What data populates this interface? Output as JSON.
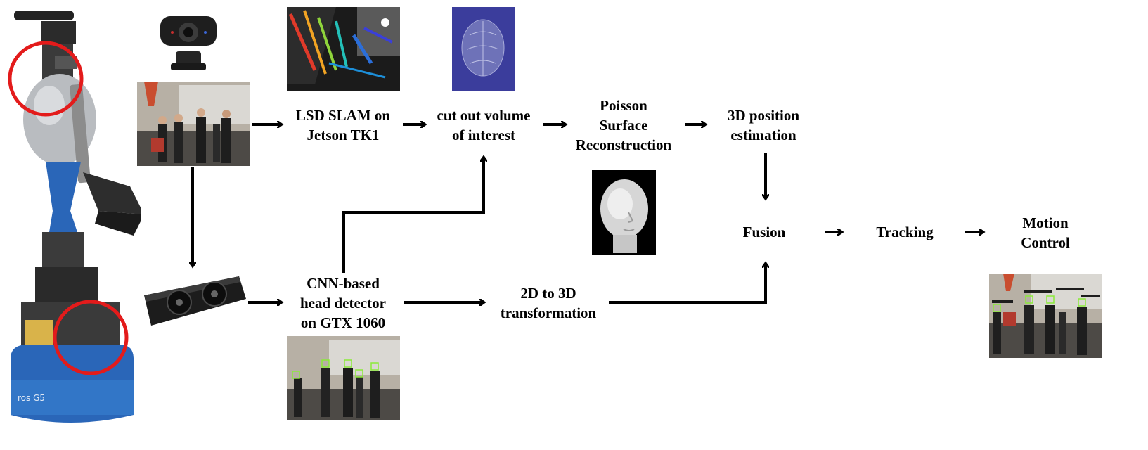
{
  "nodes": {
    "lsd_slam": [
      "LSD SLAM on",
      "Jetson TK1"
    ],
    "cut_out": [
      "cut out volume",
      "of interest"
    ],
    "poisson": [
      "Poisson",
      "Surface",
      "Reconstruction"
    ],
    "position": [
      "3D position",
      "estimation"
    ],
    "cnn": [
      "CNN-based",
      "head detector",
      "on GTX 1060"
    ],
    "transform": [
      "2D to 3D",
      "transformation"
    ],
    "fusion": [
      "Fusion"
    ],
    "tracking": [
      "Tracking"
    ],
    "motion": [
      "Motion",
      "Control"
    ]
  },
  "robot": {
    "base_text": "ros G5"
  },
  "images": {
    "robot": "robot-photo",
    "camera": "webcam-photo",
    "stage_photo": "stage-scene-photo",
    "pointcloud": "slam-pointcloud-image",
    "head_mesh": "head-volume-mesh-image",
    "head_render": "reconstructed-head-render",
    "gpu": "graphics-card-photo",
    "detections": "head-detection-photo",
    "tracking_result": "tracking-result-photo"
  },
  "colors": {
    "highlight": "#e31b1b",
    "robot_blue": "#2a66b8",
    "arrow": "#000000"
  }
}
